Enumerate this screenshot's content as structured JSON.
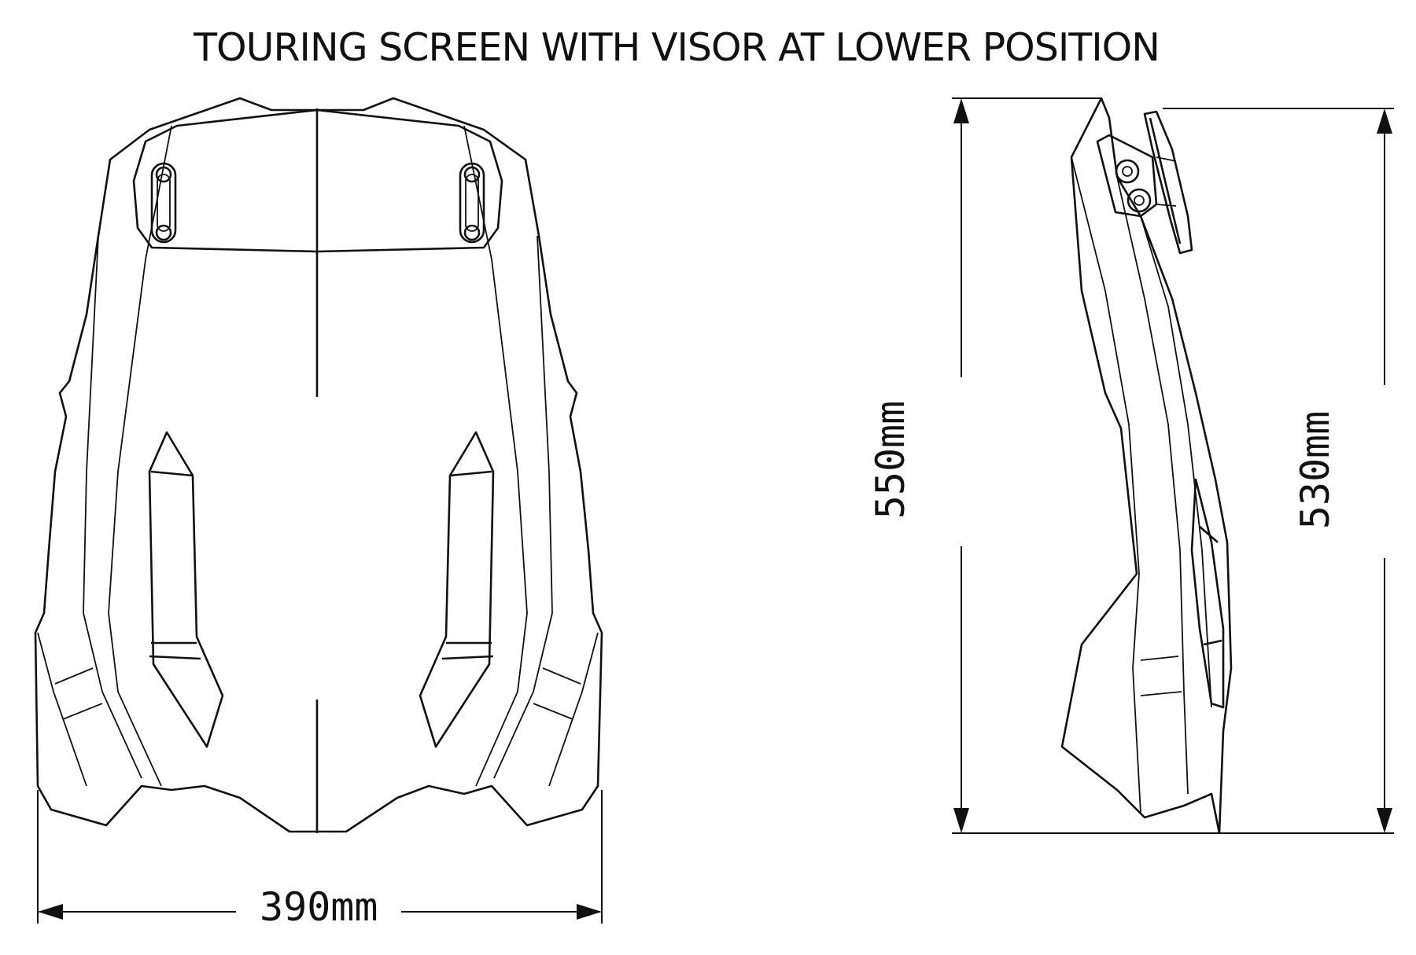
{
  "title": "TOURING SCREEN WITH VISOR AT LOWER POSITION",
  "views": {
    "front": {
      "width_label": "390mm"
    },
    "side": {
      "height_overall_label": "550mm",
      "height_screen_label": "530mm"
    }
  },
  "colors": {
    "line": "#111111",
    "background": "#ffffff"
  }
}
